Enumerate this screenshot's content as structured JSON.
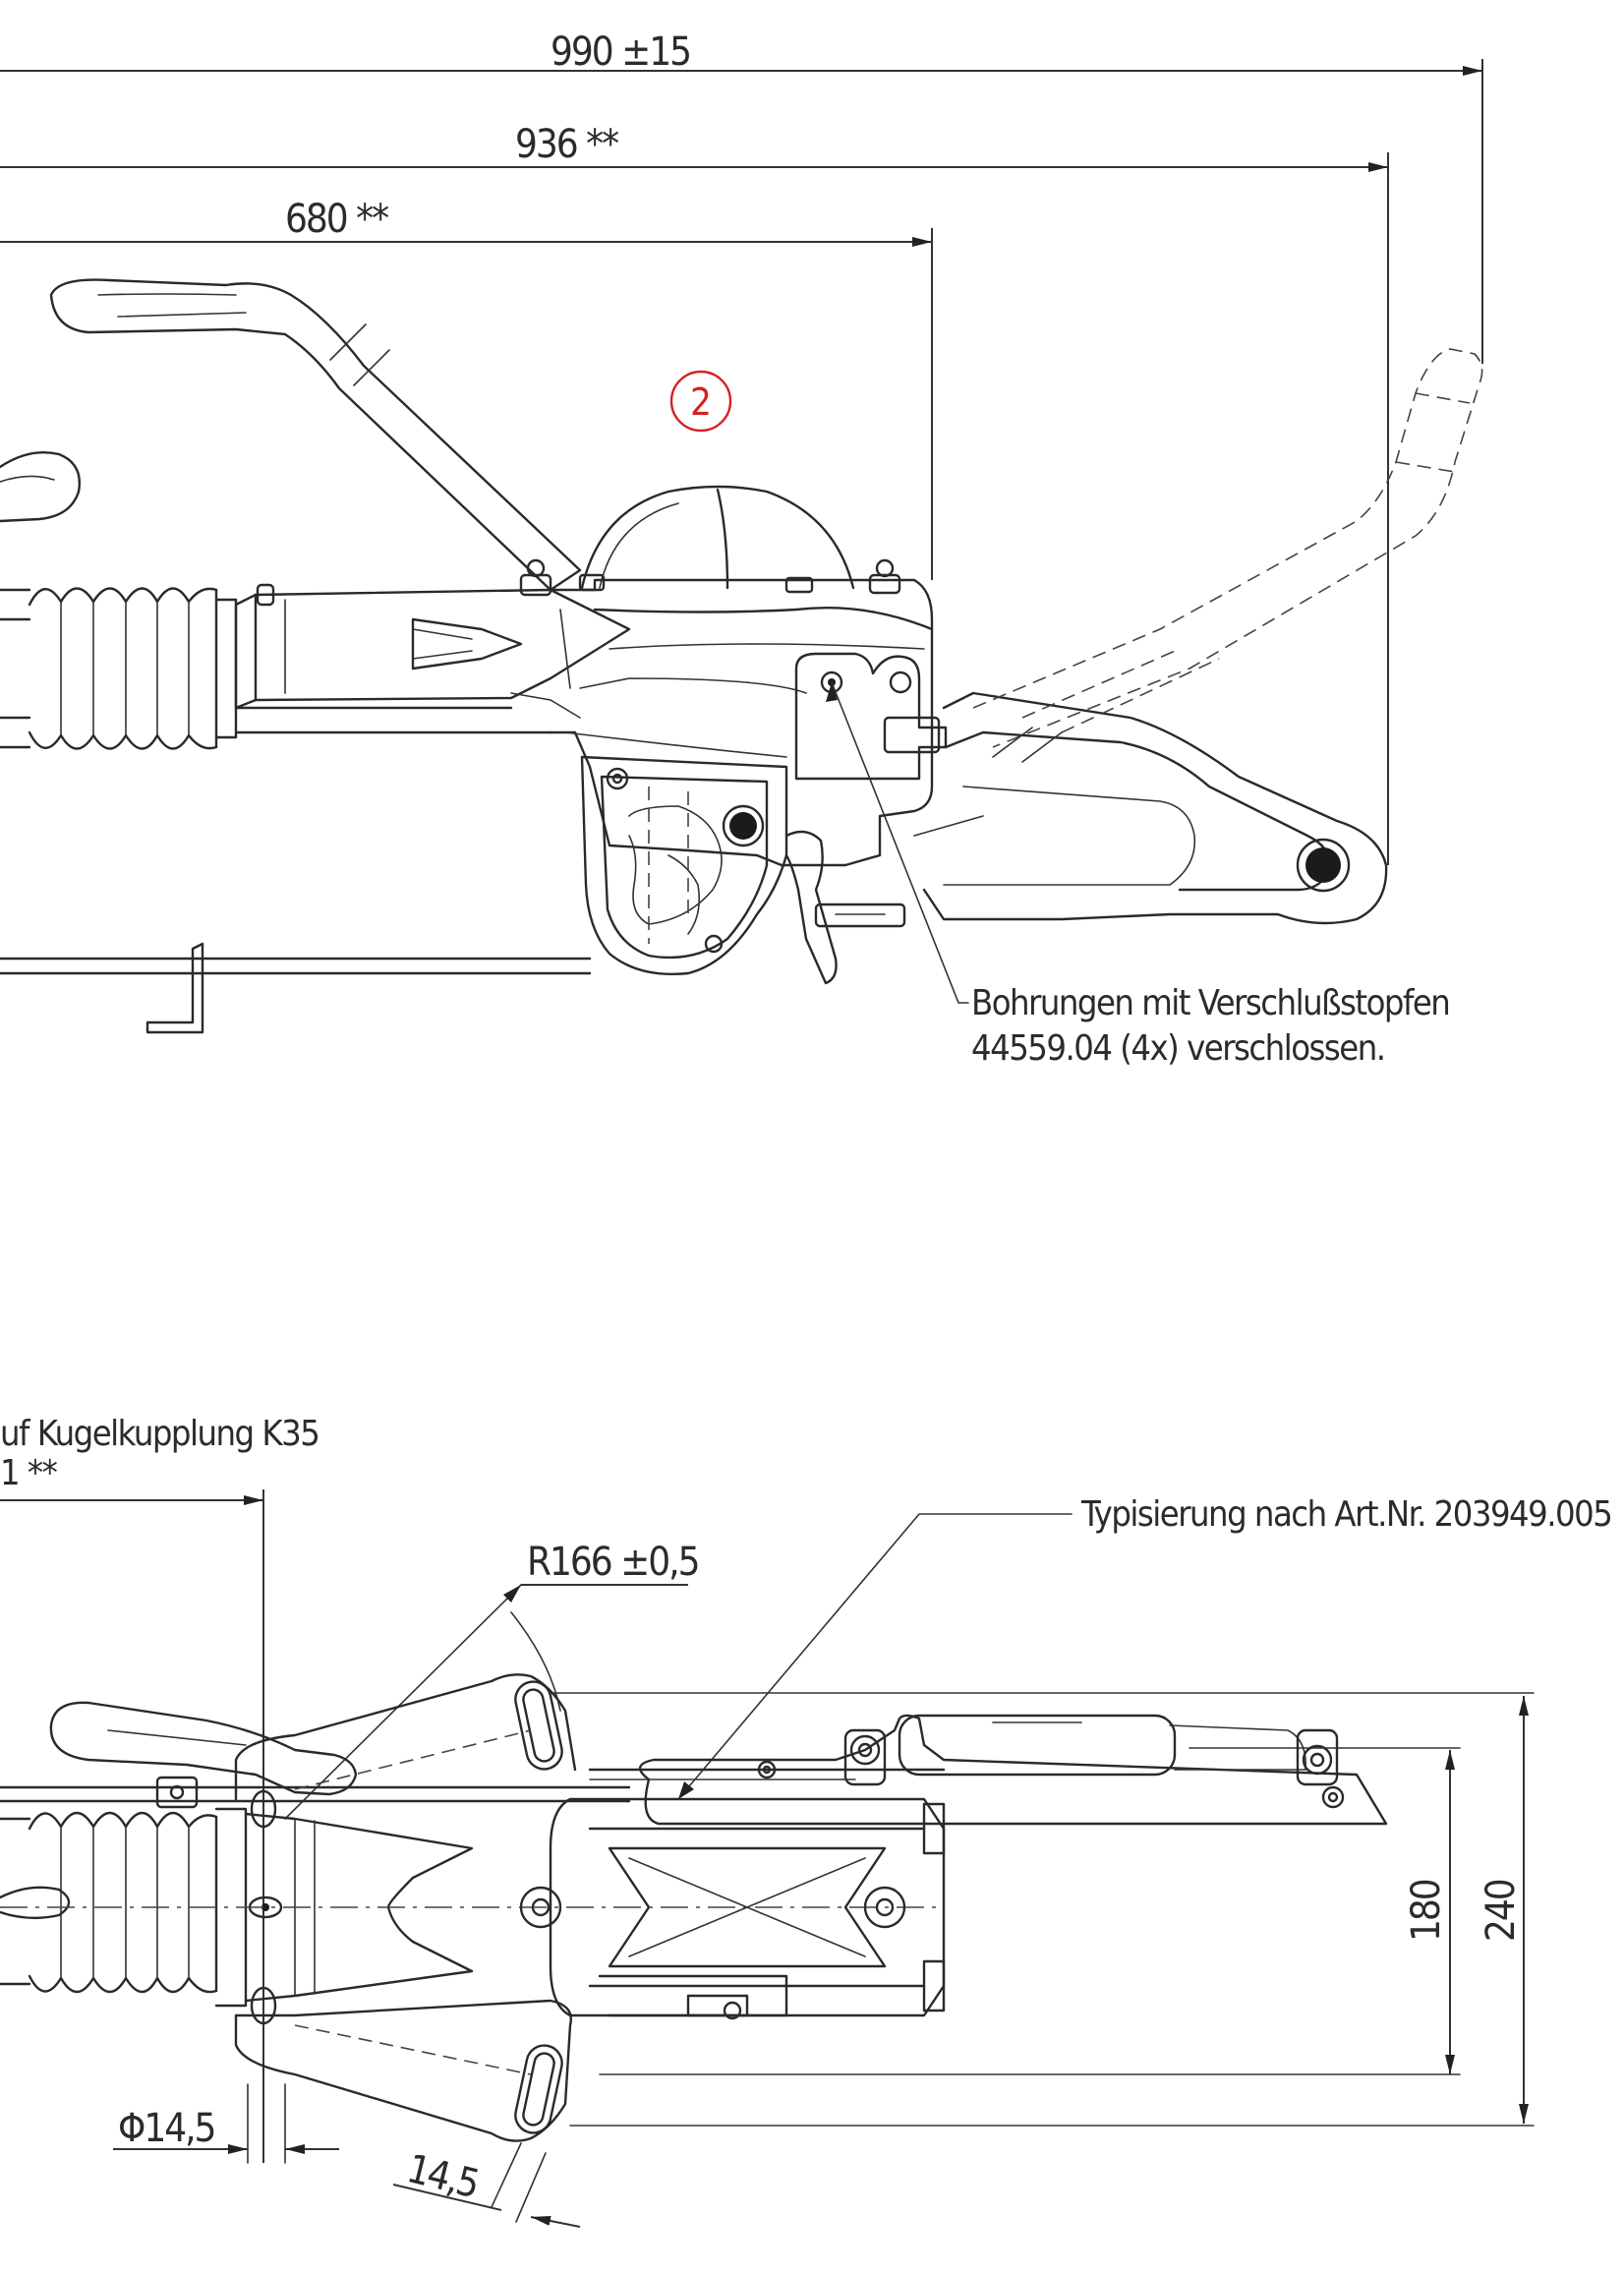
{
  "top_view": {
    "dim_overall": "990 ±15",
    "dim_middle": "936 **",
    "dim_inner": "680 **",
    "position_marker": "2",
    "note_line1": "Bohrungen mit Verschlußstopfen",
    "note_line2": "44559.04 (4x) verschlossen."
  },
  "bottom_view": {
    "ref_text_line1": "uf Kugelkupplung K35",
    "ref_text_line2": "1 **",
    "typisierung": "Typisierung nach Art.Nr. 203949.005",
    "radius": "R166 ±0,5",
    "dim_height_inner": "180",
    "dim_height_outer": "240",
    "diameter": "Φ14,5",
    "slot_width": "14,5"
  }
}
